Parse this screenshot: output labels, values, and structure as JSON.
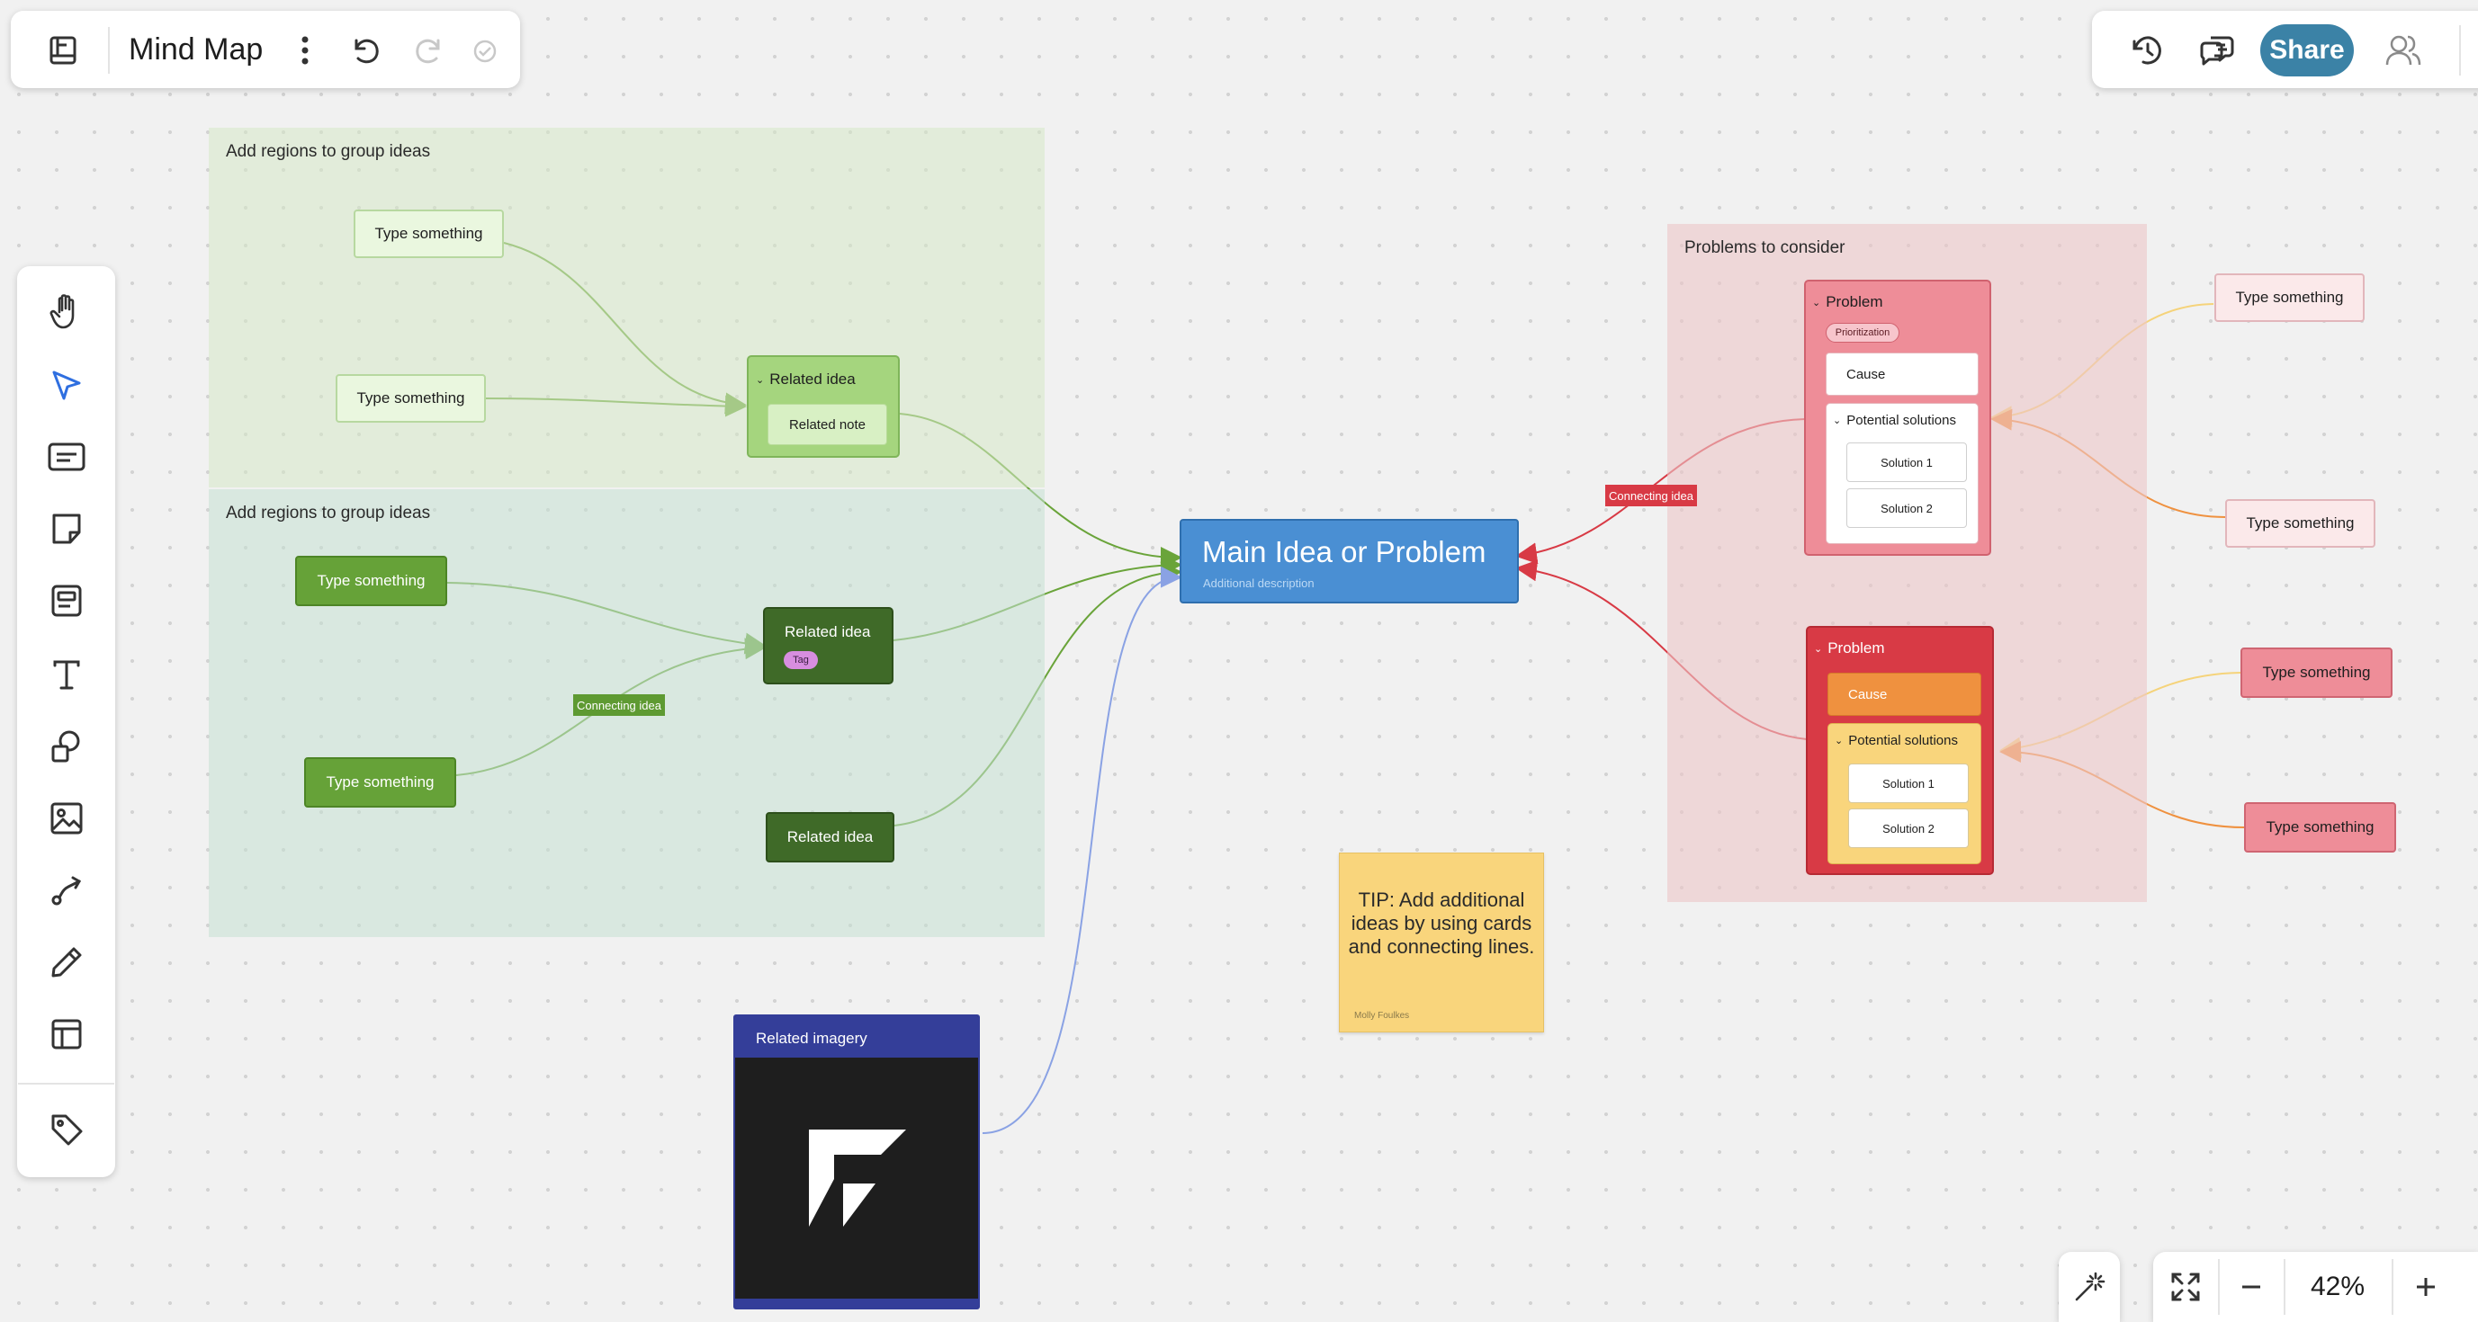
{
  "app": {
    "title": "Mind Map",
    "share_label": "Share",
    "zoom": "42%"
  },
  "icons": {
    "board": "board-icon",
    "more": "more-vertical-icon",
    "undo": "undo-icon",
    "redo": "redo-icon",
    "saved": "saved-check-icon",
    "history": "history-icon",
    "comments": "comments-icon",
    "collaborators": "collaborators-icon",
    "magic": "magic-wand-icon",
    "fit": "fit-screen-icon",
    "zoom_out": "zoom-out-icon",
    "zoom_in": "zoom-in-icon"
  },
  "tools": [
    "hand-tool",
    "select-tool",
    "card-tool",
    "sticky-note-tool",
    "frame-tool",
    "text-tool",
    "shapes-tool",
    "image-tool",
    "connector-tool",
    "pen-tool",
    "template-tool",
    "tag-tool"
  ],
  "colors": {
    "main_idea": "#4a8fd3",
    "green_light": "#eaf7df",
    "green_mid": "#a5d57e",
    "green_dark": "#3f6a28",
    "green_btn": "#66a238",
    "pink_light": "#fbe9ea",
    "pink_mid": "#ee8d98",
    "red": "#d83a45",
    "orange": "#ef913f",
    "yellow": "#f9d57c",
    "navy": "#343e99",
    "share": "#3b82a6"
  },
  "regions": {
    "group_top": "Add regions to group ideas",
    "group_bottom": "Add regions to group ideas",
    "problems": "Problems to consider"
  },
  "cards": {
    "type_something_1": "Type something",
    "type_something_2": "Type something",
    "related_idea_1": "Related idea",
    "related_note": "Related note",
    "type_something_3": "Type something",
    "type_something_4": "Type something",
    "related_idea_2": "Related idea",
    "tag": "Tag",
    "connecting_idea_green": "Connecting idea",
    "related_idea_3": "Related idea",
    "main_title": "Main Idea or Problem",
    "main_description": "Additional description",
    "related_imagery": "Related imagery",
    "sticky_text": "TIP: Add additional ideas by using cards and connecting lines.",
    "sticky_author": "Molly Foulkes",
    "connecting_idea_red": "Connecting idea",
    "problem_1": "Problem",
    "prioritization": "Prioritization",
    "cause_1": "Cause",
    "potential_solutions_1": "Potential solutions",
    "solution_1a": "Solution 1",
    "solution_2a": "Solution 2",
    "problem_2": "Problem",
    "cause_2": "Cause",
    "potential_solutions_2": "Potential solutions",
    "solution_1b": "Solution 1",
    "solution_2b": "Solution 2",
    "type_something_r1": "Type something",
    "type_something_r2": "Type something",
    "type_something_r3": "Type something",
    "type_something_r4": "Type something"
  }
}
